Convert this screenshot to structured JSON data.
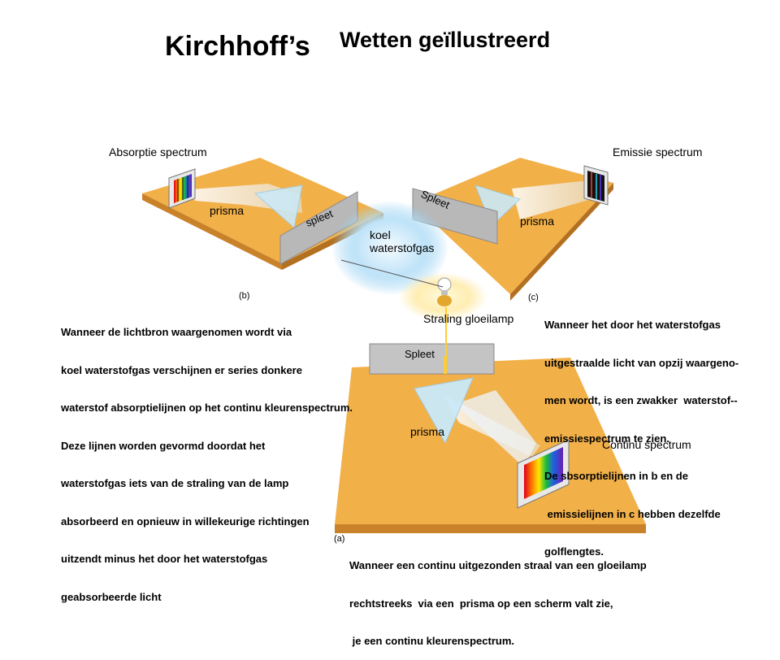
{
  "title": {
    "part1": "Kirchhoff’s",
    "part2": "Wetten geïllustreerd"
  },
  "labels": {
    "absorption_spectrum": "Absorptie spectrum",
    "emission_spectrum": "Emissie spectrum",
    "continuous_spectrum": "Continu spectrum",
    "prism_b": "prisma",
    "prism_c": "prisma",
    "prism_a": "prisma",
    "slit_b": "spleet",
    "slit_c": "Spleet",
    "slit_a": "Spleet",
    "cool_gas_line1": "koel",
    "cool_gas_line2": "waterstofgas",
    "lamp_radiation": "Straling gloeilamp",
    "panel_b": "(b)",
    "panel_c": "(c)",
    "panel_a": "(a)"
  },
  "texts": {
    "absorption_explanation": [
      "Wanneer de lichtbron waargenomen wordt via",
      "koel waterstofgas verschijnen er series donkere",
      "waterstof absorptielijnen op het continu kleurenspectrum.",
      "Deze lijnen worden gevormd doordat het",
      "waterstofgas iets van de straling van de lamp",
      "absorbeerd en opnieuw in willekeurige richtingen",
      "uitzendt minus het door het waterstofgas",
      "geabsorbeerde licht"
    ],
    "emission_explanation": [
      "Wanneer het door het waterstofgas",
      "uitgestraalde licht van opzij waargeno-",
      "men wordt, is een zwakker  waterstof--",
      "emissiespectrum te zien.",
      "De sbsorptielijnen in b en de",
      " emissielijnen in c hebben dezelfde",
      "golflengtes."
    ],
    "continuous_explanation": [
      "Wanneer een continu uitgezonden straal van een gloeilamp",
      "rechtstreeks  via een  prisma op een scherm valt zie,",
      " je een continu kleurenspectrum."
    ]
  },
  "colors": {
    "table_top": "#F2B049",
    "table_edge": "#C9822A",
    "gas_cloud": "#BFE3F8",
    "lamp_glow": "#FFE9A0"
  }
}
